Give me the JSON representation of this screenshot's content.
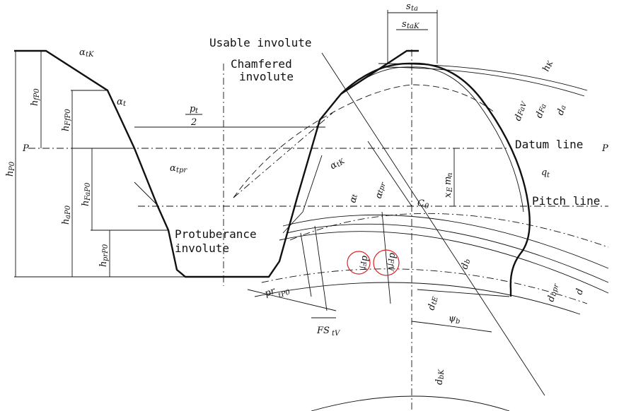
{
  "callouts": {
    "usable_involute": "Usable involute",
    "chamfered_involute_1": "Chamfered",
    "chamfered_involute_2": "involute",
    "datum_line": "Datum line",
    "pitch_line": "Pitch line",
    "protuberance_1": "Protuberance",
    "protuberance_2": "involute"
  },
  "symbols": {
    "s_ta": "s",
    "s_ta_sub": "ta",
    "s_taK": "s",
    "s_taK_sub": "taK",
    "h_K": "h",
    "h_K_sub": "K",
    "d_FaV": "d",
    "d_FaV_sub": "FaV",
    "d_Fa": "d",
    "d_Fa_sub": "Fa",
    "d_a": "d",
    "d_a_sub": "a",
    "alpha_tK": "α",
    "alpha_tK_sub": "tK",
    "alpha_t": "α",
    "alpha_t_sub": "t",
    "alpha_tpr": "α",
    "alpha_tpr_sub": "tpr",
    "p_t_num": "p",
    "p_t_num_sub": "t",
    "p_t_den": "2",
    "P_left": "P",
    "P_right": "P",
    "h_P0": "h",
    "h_P0_sub": "P0",
    "h_fP0": "h",
    "h_fP0_sub": "fP0",
    "h_FfP0": "h",
    "h_FfP0_sub": "FfP0",
    "h_FaP0": "h",
    "h_FaP0_sub": "FaP0",
    "h_aP0": "h",
    "h_aP0_sub": "aP0",
    "h_prP0": "h",
    "h_prP0_sub": "prP0",
    "x_E_m_n": "x",
    "x_E_m_n_sub": "E",
    "x_E_m_n_tail": "m",
    "x_E_m_n_tail_sub": "n",
    "q_t": "q",
    "q_t_sub": "t",
    "C_0": "C",
    "C_0_sub": "0",
    "d_Ff": "d",
    "d_Ff_sub": "Ff",
    "d_FfV": "d",
    "d_FfV_sub": "FfV",
    "d_b": "d",
    "d_b_sub": "b",
    "d_bpr": "d",
    "d_bpr_sub": "bpr",
    "d": "d",
    "d_tE": "d",
    "d_tE_sub": "tE",
    "psi_b": "ψ",
    "psi_b_sub": "b",
    "pr_tP0": "pr",
    "pr_tP0_sub": "tP0",
    "FS_tV": "FS",
    "FS_tV_sub": "tV",
    "d_bK": "d",
    "d_bK_sub": "bK"
  },
  "colors": {
    "line": "#111111",
    "highlight": "#e02020",
    "background": "#ffffff"
  }
}
